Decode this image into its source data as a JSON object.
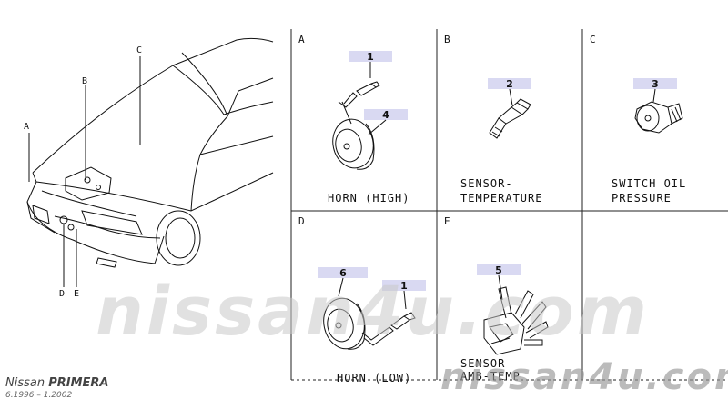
{
  "panels": [
    {
      "letter": "A",
      "label": "HORN (HIGH)",
      "parts": [
        "1",
        "4"
      ]
    },
    {
      "letter": "B",
      "label_line1": "SENSOR-",
      "label_line2": "TEMPERATURE",
      "parts": [
        "2"
      ]
    },
    {
      "letter": "C",
      "label_line1": "SWITCH OIL",
      "label_line2": "PRESSURE",
      "parts": [
        "3"
      ]
    },
    {
      "letter": "D",
      "label": "HORN (LOW)",
      "parts": [
        "6",
        "1"
      ]
    },
    {
      "letter": "E",
      "label_line1": "SENSOR",
      "label_line2": "AMB-TEMP",
      "parts": [
        "5"
      ]
    }
  ],
  "car_labels": [
    "A",
    "B",
    "C",
    "D",
    "E"
  ],
  "footer": {
    "model_brand": "Nissan",
    "model_name": "PRIMERA",
    "years": "6.1996 – 1.2002"
  },
  "watermark": "nissan4u.com",
  "colors": {
    "line": "#111111",
    "callout_bg": "#d9d9f2",
    "watermark": "#c8c8c8"
  }
}
